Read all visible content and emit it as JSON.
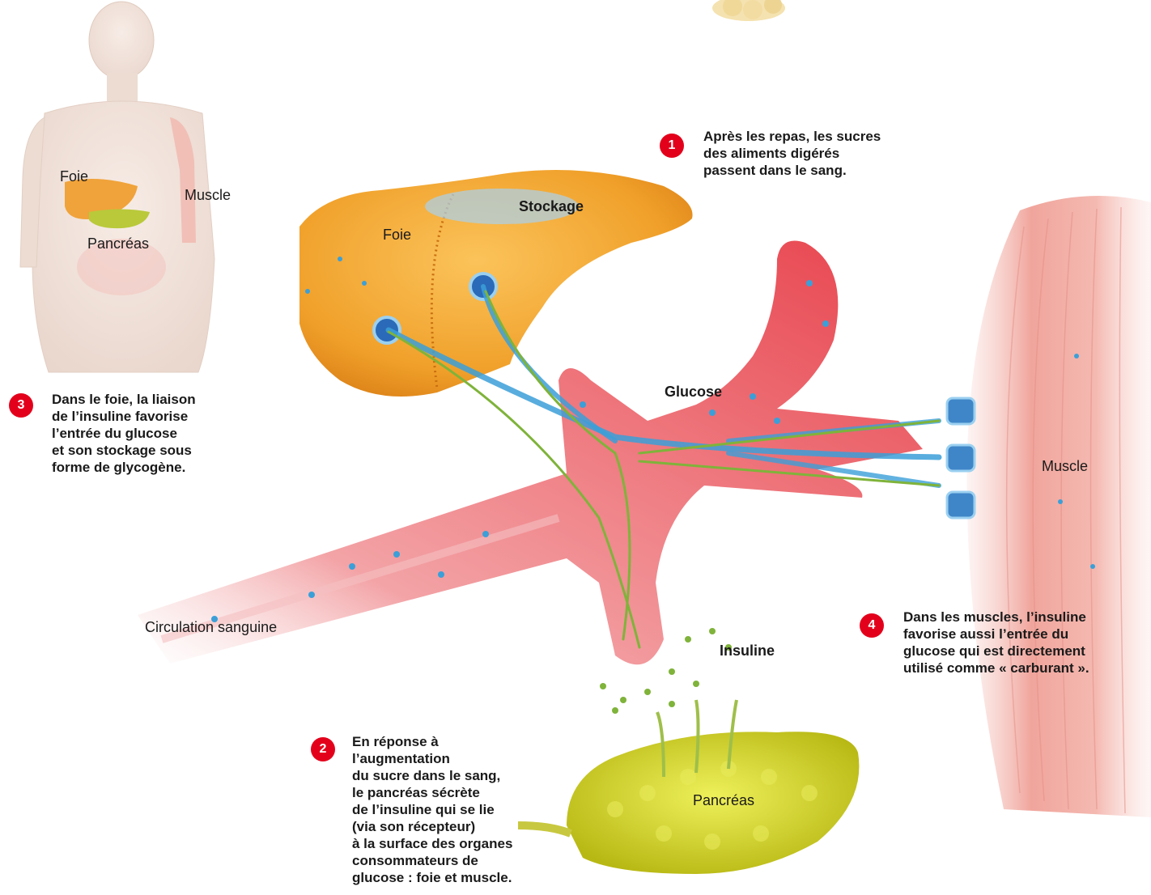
{
  "figure": {
    "body_labels": {
      "liver": "Foie",
      "muscle": "Muscle",
      "pancreas": "Pancréas"
    },
    "main_labels": {
      "liver": "Foie",
      "storage": "Stockage",
      "glucose": "Glucose",
      "muscle": "Muscle",
      "blood_circulation": "Circulation sanguine",
      "insulin": "Insuline",
      "pancreas": "Pancréas"
    },
    "steps": [
      {
        "number": "1",
        "text": "Après les repas, les sucres\ndes aliments digérés\npassent dans le sang."
      },
      {
        "number": "2",
        "text": "En réponse à\nl’augmentation\ndu sucre dans le sang,\nle pancréas sécrète\nde l’insuline qui se lie\n(via son récepteur)\nà la surface des organes\nconsommateurs de\nglucose : foie et muscle."
      },
      {
        "number": "3",
        "text": "Dans le foie, la liaison\nde l’insuline favorise\nl’entrée du glucose\net son stockage sous\nforme de glycogène."
      },
      {
        "number": "4",
        "text": "Dans les muscles, l’insuline\nfavorise aussi l’entrée du\nglucose qui est directement\nutilisé comme « carburant »."
      }
    ],
    "colors": {
      "badge": "#e3001b",
      "vessel": "#e63a45",
      "liver": "#f0a22c",
      "muscle": "#f2b0a8",
      "pancreas": "#d6d62a",
      "glucose": "#3b9fd8",
      "insulin": "#7fb33a"
    }
  }
}
